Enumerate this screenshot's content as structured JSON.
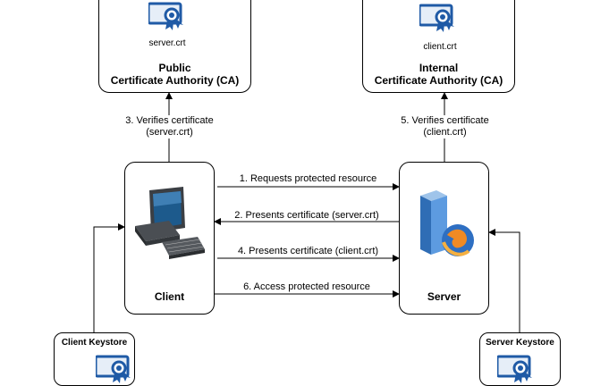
{
  "public_ca": {
    "icon": "certificate-icon",
    "file": "server.crt",
    "title_line1": "Public",
    "title_line2": "Certificate Authority (CA)"
  },
  "internal_ca": {
    "icon": "certificate-icon",
    "file": "client.crt",
    "title_line1": "Internal",
    "title_line2": "Certificate Authority (CA)"
  },
  "client": {
    "icon": "desktop-computer-icon",
    "label": "Client"
  },
  "server": {
    "icon": "server-icon",
    "label": "Server"
  },
  "client_keystore": {
    "label": "Client Keystore",
    "icon": "certificate-icon"
  },
  "server_keystore": {
    "label": "Server Keystore",
    "icon": "certificate-icon"
  },
  "steps": {
    "verify_server_line1": "3. Verifies certificate",
    "verify_server_line2": "(server.crt)",
    "verify_client_line1": "5. Verifies certificate",
    "verify_client_line2": "(client.crt)",
    "step1": "1. Requests protected resource",
    "step2": "2. Presents certificate (server.crt)",
    "step4": "4. Presents certificate (client.crt)",
    "step6": "6. Access protected resource"
  },
  "colors": {
    "cert_blue": "#1f5aa6",
    "cert_light": "#dbe8f6",
    "line": "#000000"
  }
}
